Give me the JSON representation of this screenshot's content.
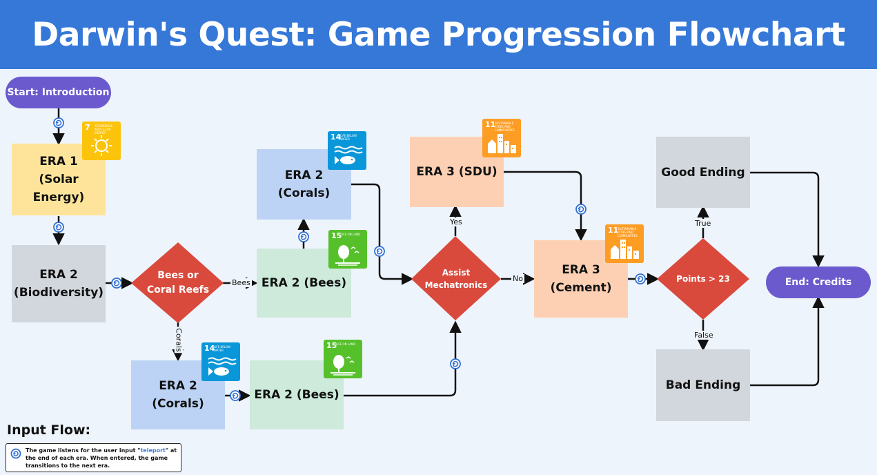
{
  "title": "Darwin's Quest: Game Progression Flowchart",
  "nodes": {
    "start": "Start: Introduction",
    "era1_l1": "ERA 1",
    "era1_l2": "(Solar Energy)",
    "era2_bio_l1": "ERA 2",
    "era2_bio_l2": "(Biodiversity)",
    "decision_bees_l1": "Bees or",
    "decision_bees_l2": "Coral Reefs",
    "era2_corals_top": "ERA 2 (Corals)",
    "era2_bees_mid": "ERA 2 (Bees)",
    "era2_corals_bottom": "ERA 2 (Corals)",
    "era2_bees_bottom": "ERA 2 (Bees)",
    "decision_assist_l1": "Assist",
    "decision_assist_l2": "Mechatronics",
    "era3_sdu": "ERA 3 (SDU)",
    "era3_cement_l1": "ERA 3",
    "era3_cement_l2": "(Cement)",
    "decision_points": "Points > 23",
    "good_ending": "Good Ending",
    "bad_ending": "Bad Ending",
    "end": "End: Credits"
  },
  "edge_labels": {
    "bees": "Bees",
    "corals": "Corals",
    "yes": "Yes",
    "no": "No",
    "true": "True",
    "false": "False"
  },
  "sdg_badges": [
    {
      "id": "sdg7",
      "number": "7",
      "text": "Affordable and clean energy",
      "color": "#fcc30b",
      "icon": "sun-icon"
    },
    {
      "id": "sdg14a",
      "number": "14",
      "text": "Life below water",
      "color": "#0a97d9",
      "icon": "fish-icon"
    },
    {
      "id": "sdg15a",
      "number": "15",
      "text": "Life on land",
      "color": "#56c02b",
      "icon": "tree-icon"
    },
    {
      "id": "sdg11a",
      "number": "11",
      "text": "Sustainable cities and communities",
      "color": "#fd9d24",
      "icon": "city-icon"
    },
    {
      "id": "sdg11b",
      "number": "11",
      "text": "Sustainable cities and communities",
      "color": "#fd9d24",
      "icon": "city-icon"
    },
    {
      "id": "sdg14b",
      "number": "14",
      "text": "Life below water",
      "color": "#0a97d9",
      "icon": "fish-icon"
    },
    {
      "id": "sdg15b",
      "number": "15",
      "text": "Life on land",
      "color": "#56c02b",
      "icon": "tree-icon"
    }
  ],
  "legend": {
    "title": "Input Flow:",
    "text_before": "The game listens for the user input \"",
    "keyword": "teleport",
    "text_after": "\" at the end of each era. When entered, the game transitions to the next era.",
    "icon": "teleport-swirl-icon"
  },
  "colors": {
    "header": "#3578d8",
    "pill": "#6a5acd",
    "decision": "#d94a3d",
    "solar": "#fde49a",
    "grey": "#d2d6dd",
    "blue": "#bcd3f5",
    "green": "#cdeadb",
    "peach": "#fdd0b4",
    "teleport": "#2f6fd6"
  }
}
